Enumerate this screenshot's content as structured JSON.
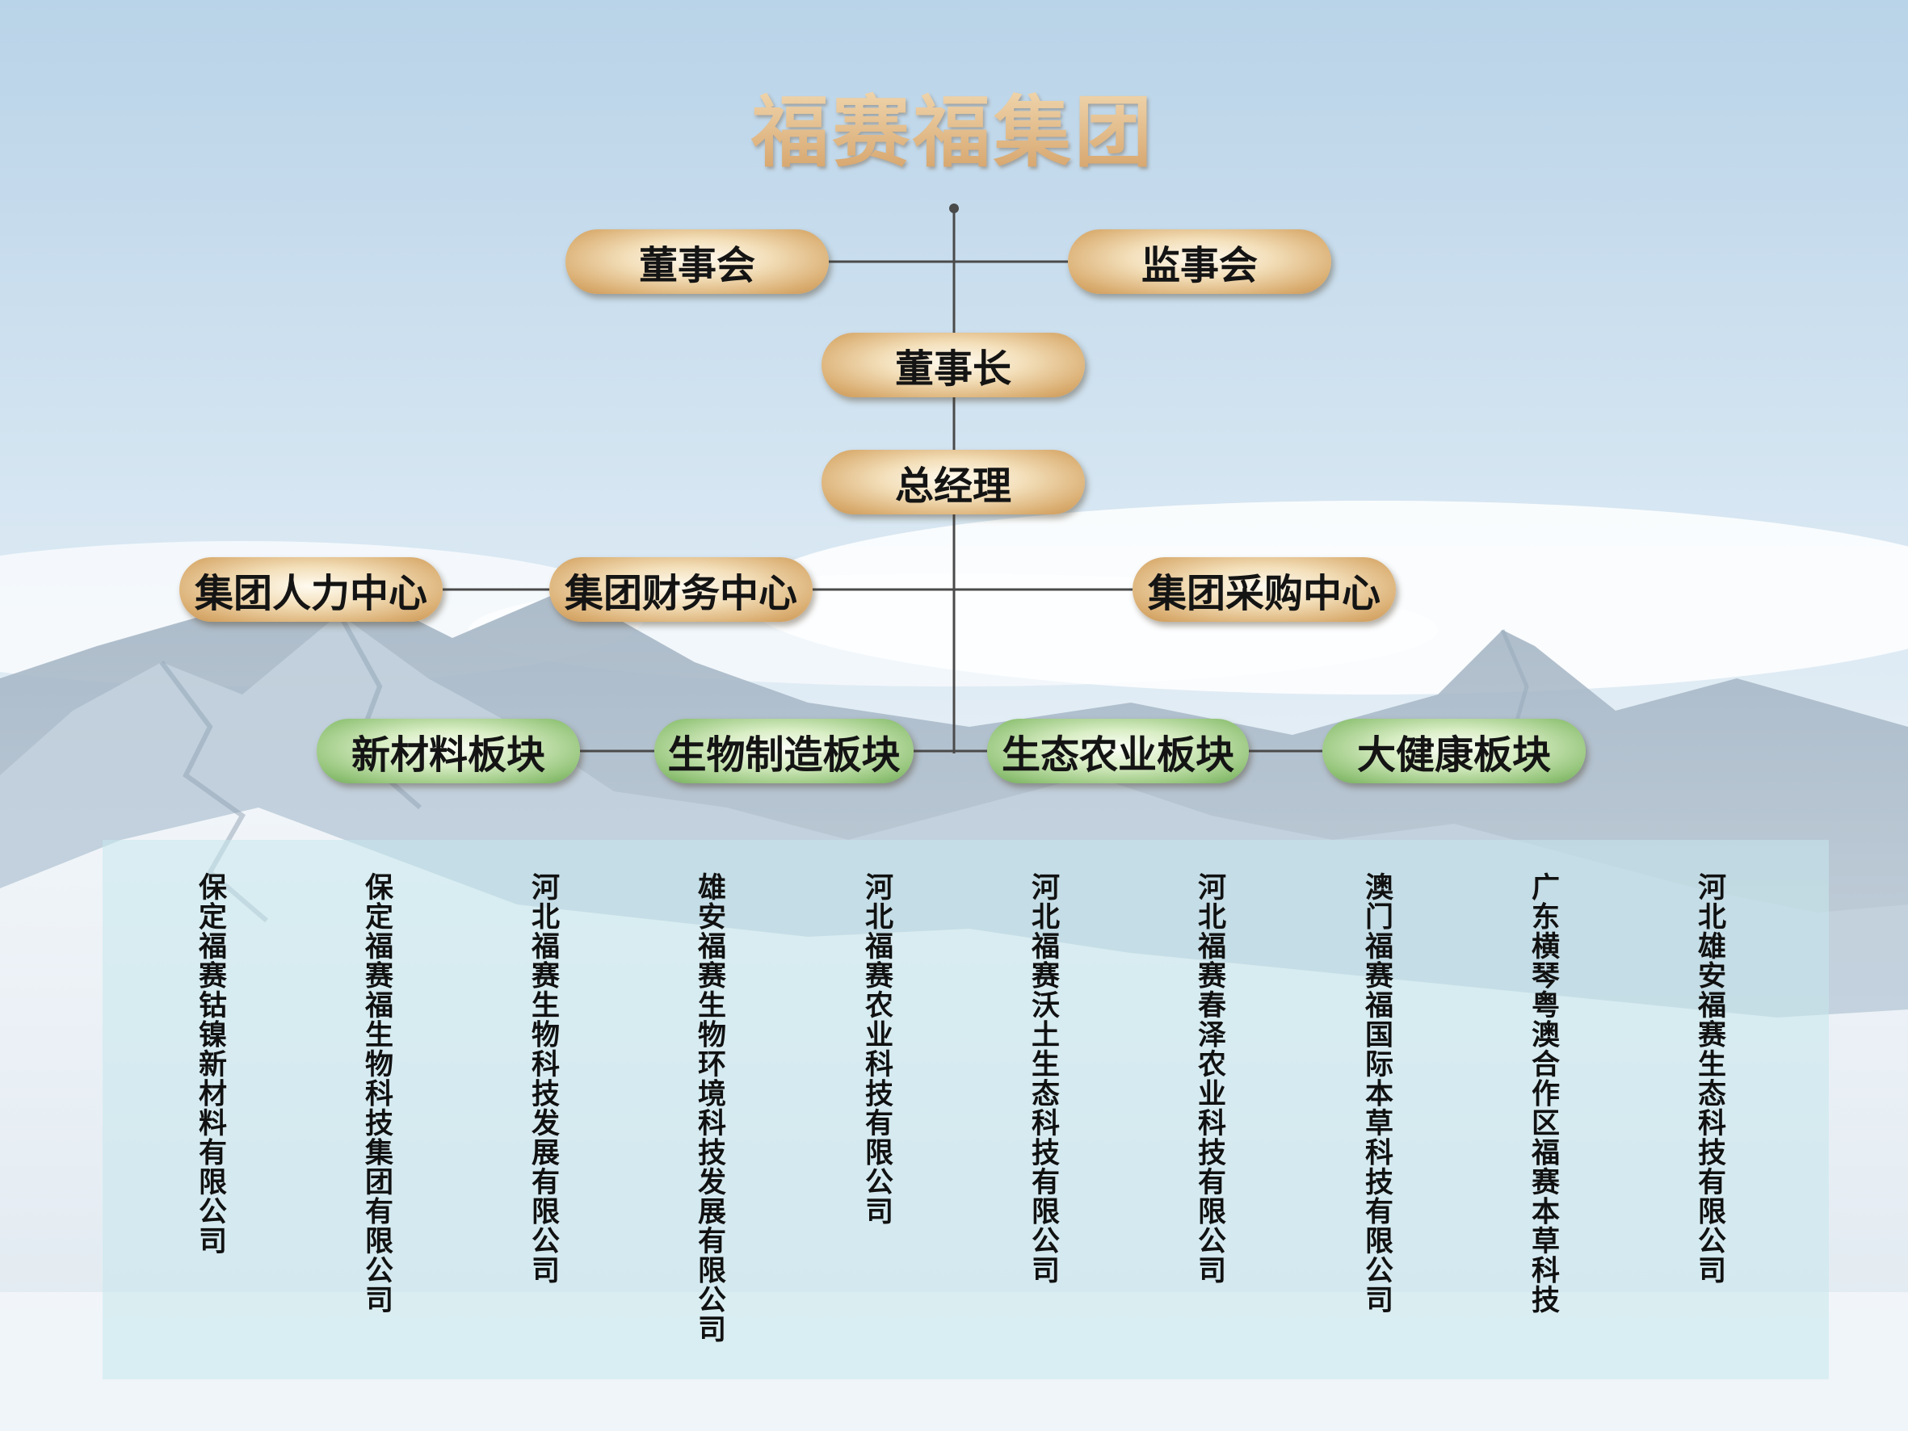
{
  "title": "福赛福集团",
  "governance": {
    "board": "董事会",
    "supervisory_board": "监事会",
    "chairman": "董事长",
    "general_manager": "总经理"
  },
  "centers": {
    "hr": "集团人力中心",
    "finance": "集团财务中心",
    "procurement": "集团采购中心"
  },
  "segments": {
    "new_materials": "新材料板块",
    "bio_manufacturing": "生物制造板块",
    "eco_agriculture": "生态农业板块",
    "health": "大健康板块"
  },
  "companies": [
    "保定福赛钴镍新材料有限公司",
    "保定福赛福生物科技集团有限公司",
    "河北福赛生物科技发展有限公司",
    "雄安福赛生物环境科技发展有限公司",
    "河北福赛农业科技有限公司",
    "河北福赛沃土生态科技有限公司",
    "河北福赛春泽农业科技有限公司",
    "澳门福赛福国际本草科技有限公司",
    "广东横琴粤澳合作区福赛本草科技",
    "河北雄安福赛生态科技有限公司"
  ],
  "colors": {
    "gold_node": "#d9ac6f",
    "green_node": "#95c57b",
    "connector": "#4a4a4a",
    "panel": "#c6e8ec"
  }
}
